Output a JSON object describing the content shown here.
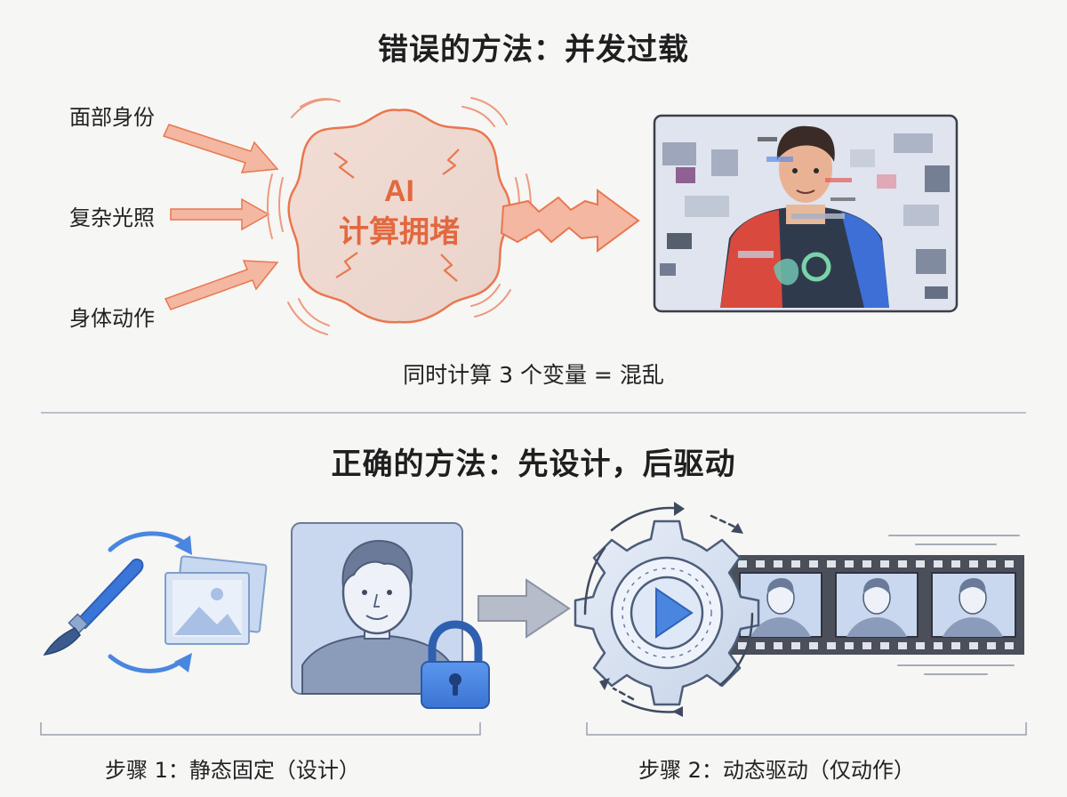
{
  "top": {
    "title": "错误的方法：并发过载",
    "inputs": [
      "面部身份",
      "复杂光照",
      "身体动作"
    ],
    "core_line1": "AI",
    "core_line2": "计算拥堵",
    "caption": "同时计算 3 个变量 = 混乱"
  },
  "bottom": {
    "title": "正确的方法：先设计，后驱动",
    "step1_label": "步骤 1：静态固定（设计）",
    "step2_label": "步骤 2：动态驱动（仅动作）"
  },
  "colors": {
    "accent_orange": "#e9774f",
    "accent_blue": "#4a86e0",
    "panel_blue": "#c9d8ee"
  }
}
